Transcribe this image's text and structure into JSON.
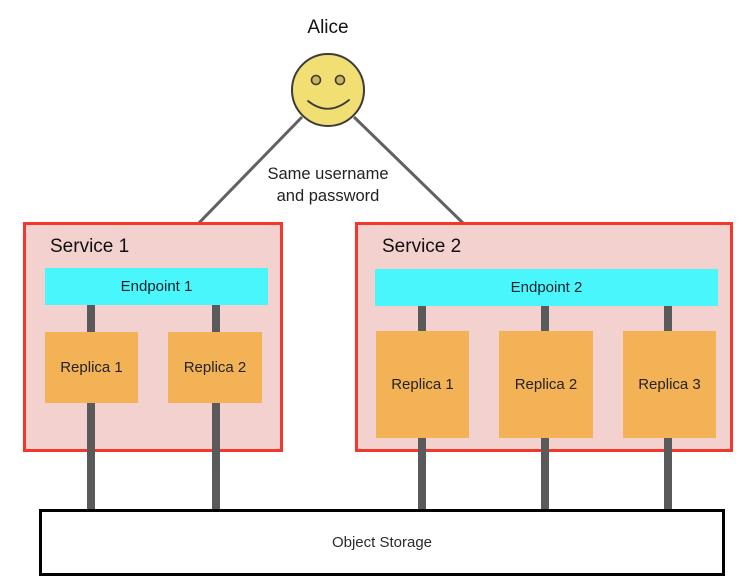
{
  "actor": {
    "label": "Alice"
  },
  "annotation": {
    "line1": "Same username",
    "line2": "and password"
  },
  "services": [
    {
      "name": "Service 1",
      "endpoint": "Endpoint 1",
      "replicas": [
        "Replica 1",
        "Replica 2"
      ]
    },
    {
      "name": "Service 2",
      "endpoint": "Endpoint 2",
      "replicas": [
        "Replica 1",
        "Replica 2",
        "Replica 3"
      ]
    }
  ],
  "storage": {
    "label": "Object Storage"
  },
  "colors": {
    "service_fill": "#F2D1CE",
    "service_border": "#F3382B",
    "endpoint_fill": "#48F6FC",
    "replica_fill": "#F4B257",
    "connector_gray": "#5A5A5A",
    "arrow_gray": "#616161",
    "face_fill": "#F2DF74",
    "face_outline": "#3B3B3B",
    "eye_fill": "#CBB655",
    "storage_border": "#000000",
    "text": "#1A1A1A"
  }
}
